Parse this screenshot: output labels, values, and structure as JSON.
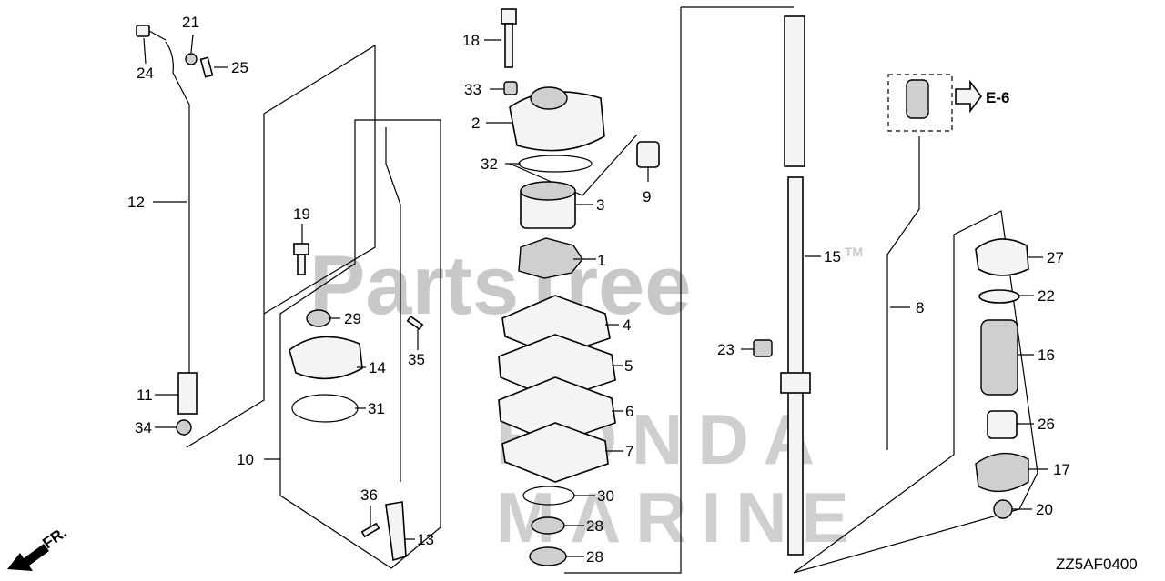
{
  "watermark": {
    "brand": "PartsTree",
    "trademark": "TM",
    "line1": "HONDA",
    "line2": "MARINE",
    "color": "#c8c8c8"
  },
  "diagram_code": "ZZ5AF0400",
  "reference": "E-6",
  "direction_label": "FR.",
  "callouts": [
    {
      "id": "1",
      "label": "1"
    },
    {
      "id": "2",
      "label": "2"
    },
    {
      "id": "3",
      "label": "3"
    },
    {
      "id": "4",
      "label": "4"
    },
    {
      "id": "5",
      "label": "5"
    },
    {
      "id": "6",
      "label": "6"
    },
    {
      "id": "7",
      "label": "7"
    },
    {
      "id": "8",
      "label": "8"
    },
    {
      "id": "9",
      "label": "9"
    },
    {
      "id": "10",
      "label": "10"
    },
    {
      "id": "11",
      "label": "11"
    },
    {
      "id": "12",
      "label": "12"
    },
    {
      "id": "13",
      "label": "13"
    },
    {
      "id": "14",
      "label": "14"
    },
    {
      "id": "15",
      "label": "15"
    },
    {
      "id": "16",
      "label": "16"
    },
    {
      "id": "17",
      "label": "17"
    },
    {
      "id": "18",
      "label": "18"
    },
    {
      "id": "19",
      "label": "19"
    },
    {
      "id": "20",
      "label": "20"
    },
    {
      "id": "21",
      "label": "21"
    },
    {
      "id": "22",
      "label": "22"
    },
    {
      "id": "23",
      "label": "23"
    },
    {
      "id": "24",
      "label": "24"
    },
    {
      "id": "25",
      "label": "25"
    },
    {
      "id": "26",
      "label": "26"
    },
    {
      "id": "27",
      "label": "27"
    },
    {
      "id": "28a",
      "label": "28"
    },
    {
      "id": "28b",
      "label": "28"
    },
    {
      "id": "29",
      "label": "29"
    },
    {
      "id": "30",
      "label": "30"
    },
    {
      "id": "31",
      "label": "31"
    },
    {
      "id": "32",
      "label": "32"
    },
    {
      "id": "33",
      "label": "33"
    },
    {
      "id": "34",
      "label": "34"
    },
    {
      "id": "35",
      "label": "35"
    },
    {
      "id": "36",
      "label": "36"
    }
  ]
}
